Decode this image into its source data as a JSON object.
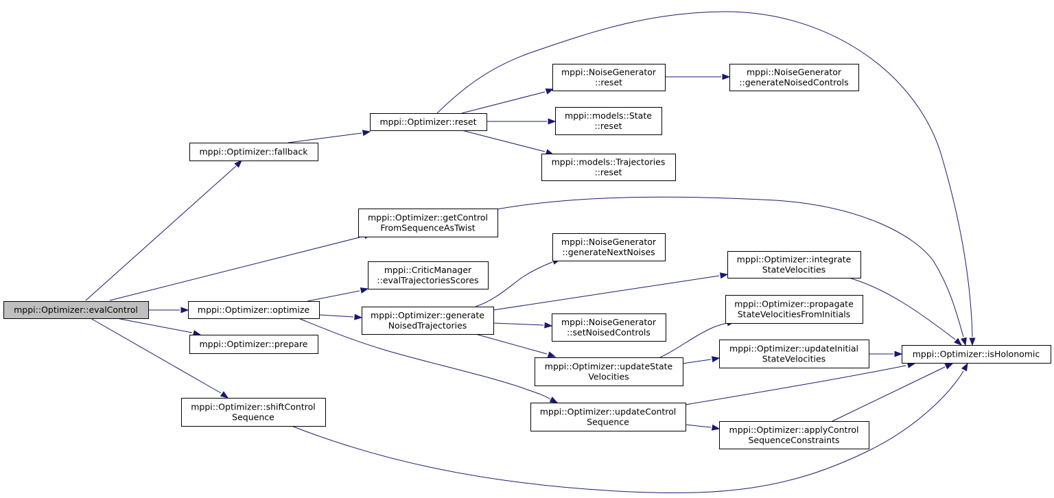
{
  "diagram": {
    "nodes": [
      {
        "id": "evalControl",
        "lines": [
          "mppi::Optimizer::evalControl"
        ],
        "root": true
      },
      {
        "id": "fallback",
        "lines": [
          "mppi::Optimizer::fallback"
        ]
      },
      {
        "id": "optReset",
        "lines": [
          "mppi::Optimizer::reset"
        ]
      },
      {
        "id": "ngReset",
        "lines": [
          "mppi::NoiseGenerator",
          "::reset"
        ]
      },
      {
        "id": "genNoisedControls",
        "lines": [
          "mppi::NoiseGenerator",
          "::generateNoisedControls"
        ]
      },
      {
        "id": "stateReset",
        "lines": [
          "mppi::models::State",
          "::reset"
        ]
      },
      {
        "id": "trajReset",
        "lines": [
          "mppi::models::Trajectories",
          "::reset"
        ]
      },
      {
        "id": "getControl",
        "lines": [
          "mppi::Optimizer::getControl",
          "FromSequenceAsTwist"
        ]
      },
      {
        "id": "genNextNoises",
        "lines": [
          "mppi::NoiseGenerator",
          "::generateNextNoises"
        ]
      },
      {
        "id": "evalTraj",
        "lines": [
          "mppi::CriticManager",
          "::evalTrajectoriesScores"
        ]
      },
      {
        "id": "integrate",
        "lines": [
          "mppi::Optimizer::integrate",
          "StateVelocities"
        ]
      },
      {
        "id": "optimize",
        "lines": [
          "mppi::Optimizer::optimize"
        ]
      },
      {
        "id": "genNoisedTraj",
        "lines": [
          "mppi::Optimizer::generate",
          "NoisedTrajectories"
        ]
      },
      {
        "id": "propagate",
        "lines": [
          "mppi::Optimizer::propagate",
          "StateVelocitiesFromInitials"
        ]
      },
      {
        "id": "setNoised",
        "lines": [
          "mppi::NoiseGenerator",
          "::setNoisedControls"
        ]
      },
      {
        "id": "prepare",
        "lines": [
          "mppi::Optimizer::prepare"
        ]
      },
      {
        "id": "updateInitial",
        "lines": [
          "mppi::Optimizer::updateInitial",
          "StateVelocities"
        ]
      },
      {
        "id": "isHolonomic",
        "lines": [
          "mppi::Optimizer::isHolonomic"
        ]
      },
      {
        "id": "updateState",
        "lines": [
          "mppi::Optimizer::updateState",
          "Velocities"
        ]
      },
      {
        "id": "shiftControl",
        "lines": [
          "mppi::Optimizer::shiftControl",
          "Sequence"
        ]
      },
      {
        "id": "updateControl",
        "lines": [
          "mppi::Optimizer::updateControl",
          "Sequence"
        ]
      },
      {
        "id": "applyControl",
        "lines": [
          "mppi::Optimizer::applyControl",
          "SequenceConstraints"
        ]
      }
    ],
    "edges": [
      {
        "from": "evalControl",
        "to": "fallback"
      },
      {
        "from": "evalControl",
        "to": "getControl"
      },
      {
        "from": "evalControl",
        "to": "optimize"
      },
      {
        "from": "evalControl",
        "to": "prepare"
      },
      {
        "from": "evalControl",
        "to": "shiftControl"
      },
      {
        "from": "fallback",
        "to": "optReset"
      },
      {
        "from": "optReset",
        "to": "ngReset"
      },
      {
        "from": "optReset",
        "to": "stateReset"
      },
      {
        "from": "optReset",
        "to": "trajReset"
      },
      {
        "from": "optReset",
        "to": "isHolonomic"
      },
      {
        "from": "ngReset",
        "to": "genNoisedControls"
      },
      {
        "from": "getControl",
        "to": "isHolonomic"
      },
      {
        "from": "optimize",
        "to": "evalTraj"
      },
      {
        "from": "optimize",
        "to": "genNoisedTraj"
      },
      {
        "from": "optimize",
        "to": "updateControl"
      },
      {
        "from": "genNoisedTraj",
        "to": "genNextNoises"
      },
      {
        "from": "genNoisedTraj",
        "to": "integrate"
      },
      {
        "from": "genNoisedTraj",
        "to": "setNoised"
      },
      {
        "from": "genNoisedTraj",
        "to": "updateState"
      },
      {
        "from": "integrate",
        "to": "isHolonomic"
      },
      {
        "from": "updateState",
        "to": "propagate"
      },
      {
        "from": "updateState",
        "to": "updateInitial"
      },
      {
        "from": "updateInitial",
        "to": "isHolonomic"
      },
      {
        "from": "updateControl",
        "to": "isHolonomic"
      },
      {
        "from": "updateControl",
        "to": "applyControl"
      },
      {
        "from": "applyControl",
        "to": "isHolonomic"
      },
      {
        "from": "shiftControl",
        "to": "isHolonomic"
      }
    ]
  }
}
